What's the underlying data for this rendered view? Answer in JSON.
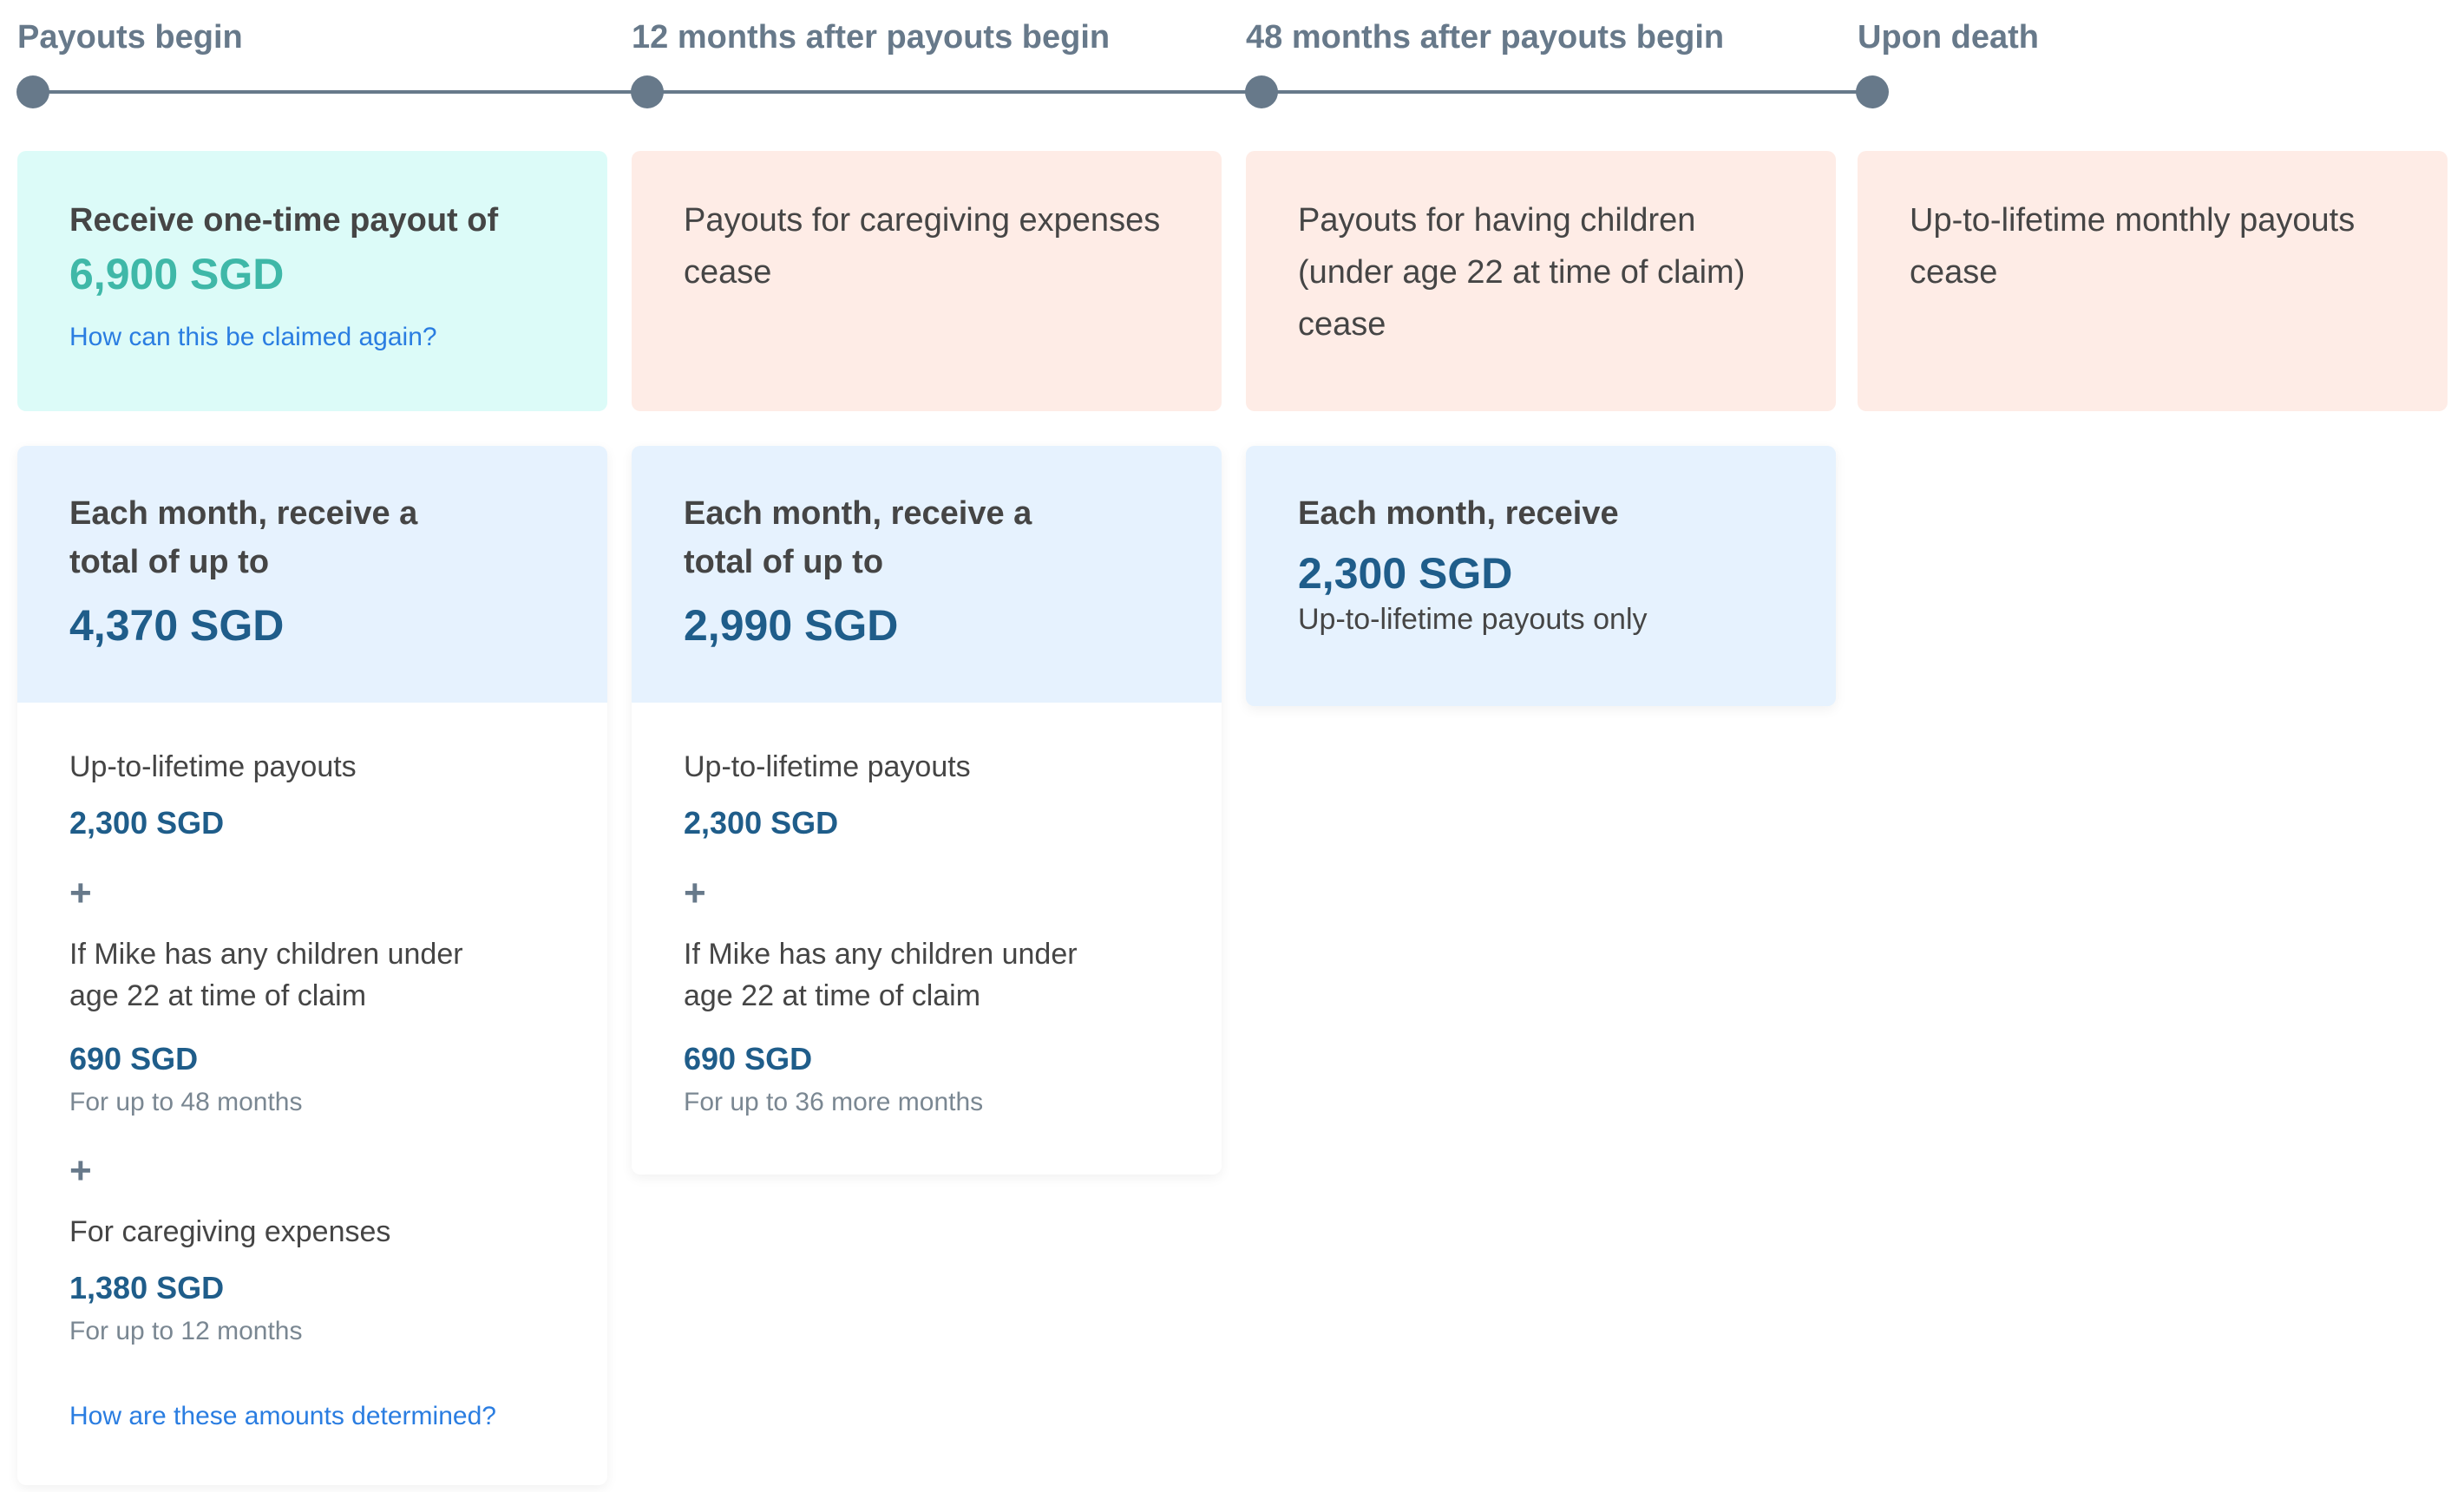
{
  "timeline": {
    "stages": [
      {
        "title": "Payouts begin"
      },
      {
        "title": "12 months after payouts begin"
      },
      {
        "title": "48 months after payouts begin"
      },
      {
        "title": "Upon death"
      }
    ]
  },
  "events": {
    "payouts_begin": {
      "label": "Receive one-time payout of",
      "amount": "6,900 SGD",
      "link": "How can this be claimed again?"
    },
    "month12": {
      "line1": "Payouts for caregiving expenses",
      "line2": "cease"
    },
    "month48": {
      "line1": "Payouts for having children",
      "line2": "(under age 22 at time of claim)",
      "line3": "cease"
    },
    "death": {
      "line1": "Up-to-lifetime monthly payouts",
      "line2": "cease"
    }
  },
  "monthly": {
    "stage1": {
      "label_line1": "Each month, receive a",
      "label_line2": "total of up to",
      "total": "4,370 SGD",
      "items": [
        {
          "label": "Up-to-lifetime payouts",
          "amount": "2,300 SGD"
        },
        {
          "label_line1": "If Mike has any children under",
          "label_line2": "age 22 at time of claim",
          "amount": "690 SGD",
          "note": "For up to 48 months"
        },
        {
          "label": "For caregiving expenses",
          "amount": "1,380 SGD",
          "note": "For up to 12 months"
        }
      ],
      "plus": "+",
      "link": "How are these amounts determined?"
    },
    "stage2": {
      "label_line1": "Each month, receive a",
      "label_line2": "total of up to",
      "total": "2,990 SGD",
      "items": [
        {
          "label": "Up-to-lifetime payouts",
          "amount": "2,300 SGD"
        },
        {
          "label_line1": "If Mike has any children under",
          "label_line2": "age 22 at time of claim",
          "amount": "690 SGD",
          "note": "For up to 36 more months"
        }
      ],
      "plus": "+"
    },
    "stage3": {
      "label": "Each month, receive",
      "total": "2,300 SGD",
      "note": "Up-to-lifetime payouts only"
    }
  }
}
